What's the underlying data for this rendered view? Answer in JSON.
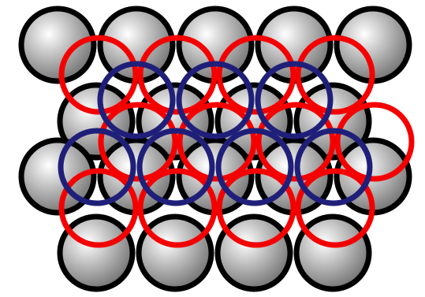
{
  "diagram": {
    "layers": [
      {
        "name": "base-spheres",
        "style": "shaded-sphere",
        "fill_light": "#ffffff",
        "fill_mid": "#bdbdbd",
        "fill_dark": "#6f6f6f",
        "outline_color": "#000000",
        "rows": 4,
        "counts": [
          5,
          4,
          5,
          4
        ]
      },
      {
        "name": "red-rings",
        "style": "ring",
        "color": "#f40000",
        "rows": 3,
        "counts": [
          4,
          4,
          4
        ]
      },
      {
        "name": "blue-rings",
        "style": "ring",
        "color": "#1f1f7a",
        "rows": 2,
        "counts": [
          3,
          4
        ]
      }
    ]
  }
}
